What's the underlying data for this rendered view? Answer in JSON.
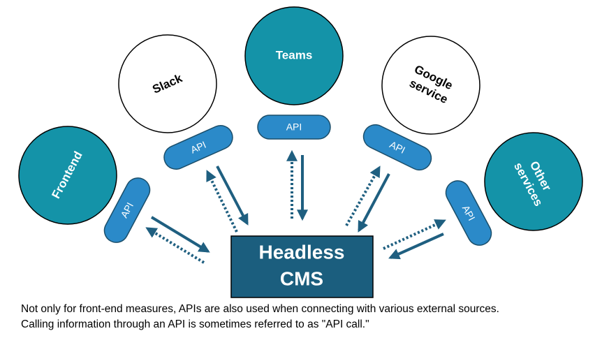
{
  "colors": {
    "teal": "#1493A8",
    "api_pill": "#2B8AC9",
    "cms_box": "#1B5E7E",
    "arrow": "#1F5F80",
    "outline": "#000000"
  },
  "nodes": {
    "frontend": "Frontend",
    "slack": "Slack",
    "teams": "Teams",
    "google": "Google service",
    "other": "Other services"
  },
  "api_label": "API",
  "cms": {
    "line1": "Headless",
    "line2": "CMS"
  },
  "caption": {
    "line1": "Not only for front-end measures, APIs are also used when connecting with various external sources.",
    "line2": "Calling information through an API is sometimes referred to as \"API call.\""
  }
}
